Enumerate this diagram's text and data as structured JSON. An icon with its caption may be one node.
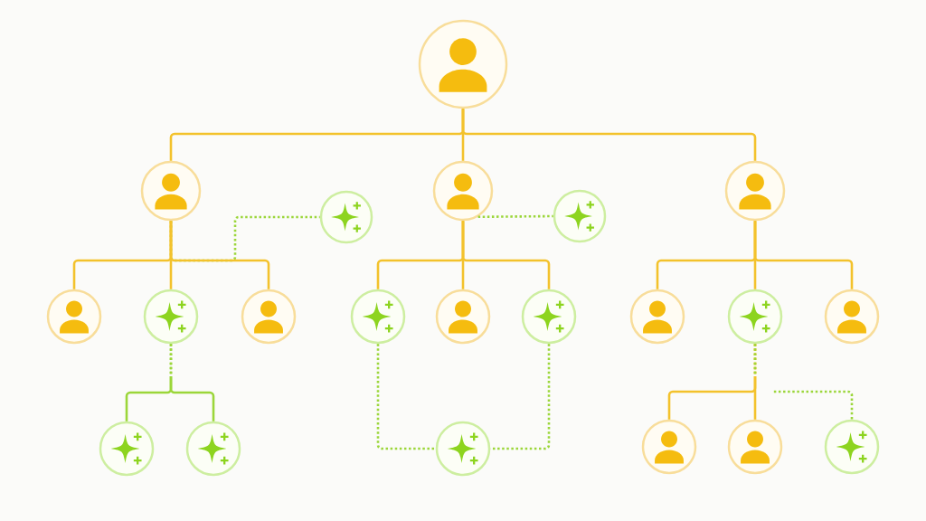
{
  "diagram": {
    "nodes": [
      {
        "text": [],
        "shape": "person"
      },
      {
        "text": [],
        "shape": "person"
      },
      {
        "text": [],
        "shape": "circle"
      },
      {
        "text": [],
        "shape": "person"
      },
      {
        "text": [],
        "shape": "circle"
      },
      {
        "text": [],
        "shape": "person"
      },
      {
        "text": [],
        "shape": "person"
      },
      {
        "text": [],
        "shape": "circle"
      },
      {
        "text": [],
        "shape": "person"
      },
      {
        "text": [],
        "shape": "circle"
      },
      {
        "text": [],
        "shape": "person"
      },
      {
        "text": [],
        "shape": "circle"
      },
      {
        "text": [],
        "shape": "person"
      },
      {
        "text": [],
        "shape": "circle"
      },
      {
        "text": [],
        "shape": "person"
      },
      {
        "text": [],
        "shape": "circle"
      },
      {
        "text": [],
        "shape": "circle"
      },
      {
        "text": [],
        "shape": "circle"
      },
      {
        "text": [],
        "shape": "person"
      },
      {
        "text": [],
        "shape": "person"
      },
      {
        "text": [],
        "shape": "circle"
      }
    ],
    "edges": [
      {
        "from": 0,
        "to": 1,
        "arrow": "none"
      },
      {
        "from": 0,
        "to": 3,
        "arrow": "none"
      },
      {
        "from": 0,
        "to": 5,
        "arrow": "none"
      },
      {
        "from": 1,
        "to": 6,
        "arrow": "none"
      },
      {
        "from": 1,
        "to": 7,
        "arrow": "none"
      },
      {
        "from": 1,
        "to": 8,
        "arrow": "none"
      },
      {
        "from": 1,
        "to": 2,
        "arrow": "none",
        "style": "dashed",
        "color": "#9bd63a"
      },
      {
        "from": 3,
        "to": 4,
        "arrow": "none",
        "style": "dashed",
        "color": "#9bd63a"
      },
      {
        "from": 3,
        "to": 9,
        "arrow": "none"
      },
      {
        "from": 3,
        "to": 10,
        "arrow": "none"
      },
      {
        "from": 3,
        "to": 11,
        "arrow": "none"
      },
      {
        "from": 5,
        "to": 12,
        "arrow": "none"
      },
      {
        "from": 5,
        "to": 13,
        "arrow": "none"
      },
      {
        "from": 5,
        "to": 14,
        "arrow": "none"
      },
      {
        "from": 7,
        "to": 15,
        "arrow": "none",
        "style": "dashed",
        "color": "#9bd63a"
      },
      {
        "from": 7,
        "to": 16,
        "arrow": "none",
        "style": "dashed",
        "color": "#9bd63a"
      },
      {
        "from": 9,
        "to": 17,
        "arrow": "none",
        "style": "dashed",
        "color": "#9bd63a"
      },
      {
        "from": 11,
        "to": 17,
        "arrow": "none",
        "style": "dashed",
        "color": "#9bd63a"
      },
      {
        "from": 13,
        "to": 18,
        "arrow": "none",
        "style": "dashed"
      },
      {
        "from": 13,
        "to": 19,
        "arrow": "none",
        "style": "dashed"
      },
      {
        "from": 13,
        "to": 20,
        "arrow": "none",
        "style": "dashed",
        "color": "#9bd63a"
      }
    ]
  }
}
